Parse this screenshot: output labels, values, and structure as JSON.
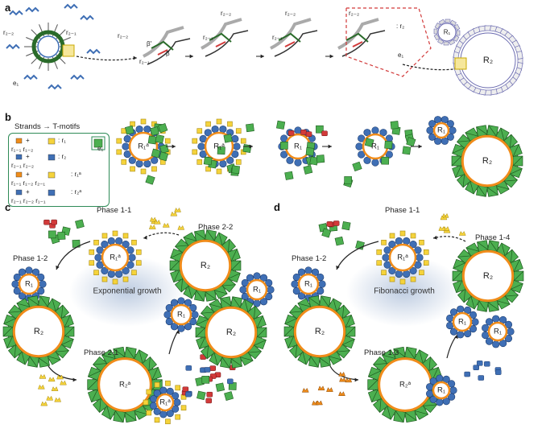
{
  "panels": {
    "a": "a",
    "b": "b",
    "c": "c",
    "d": "d"
  },
  "panel_a": {
    "r22": "r₂₋₂",
    "r21": "r₂₋₁",
    "e1": "e₁",
    "beta": "β",
    "beta_prime": "β′",
    "r2": ": r₂",
    "R1": "R₁",
    "R2": "R₂"
  },
  "panel_b": {
    "legend_title": "Strands → T-motifs",
    "rows": [
      {
        "lhs": "+",
        "rhs": ": r₁"
      },
      {
        "lhs": "r₁₋₁   r₁₋₂",
        "rhs": ""
      },
      {
        "lhs": "+",
        "rhs": ": r₂"
      },
      {
        "lhs": "r₂₋₁   r₂₋₂",
        "rhs": ""
      },
      {
        "lhs": "+",
        "rhs": ": r₁ᵃ"
      },
      {
        "lhs": "r₁₋₁   r₁₋₂   r₂₋₁",
        "rhs": ""
      },
      {
        "lhs": "+",
        "rhs": ": r₂ᵃ"
      },
      {
        "lhs": "r₂₋₁   r₂₋₂   r₁₋₁",
        "rhs": ""
      }
    ],
    "e1": "e₁",
    "R1": "R₁",
    "R2": "R₂",
    "R1a": "R₁ᵃ"
  },
  "panel_c": {
    "center": "Exponential growth",
    "phases": [
      "Phase 1-1",
      "Phase 1-2",
      "Phase 2-1",
      "Phase 2-2"
    ],
    "R1": "R₁",
    "R2": "R₂",
    "R1a": "R₁ᵃ",
    "R2a": "R₂ᵃ"
  },
  "panel_d": {
    "center": "Fibonacci growth",
    "phases": [
      "Phase 1-1",
      "Phase 1-2",
      "Phase 1-3",
      "Phase 1-4"
    ],
    "R1": "R₁",
    "R2": "R₂",
    "R1a": "R₁ᵃ",
    "R2a": "R₂ᵃ"
  },
  "colors": {
    "green": "#4caf50",
    "blue": "#3f6fb5",
    "yellow": "#f5d33b",
    "orange": "#f08c1a",
    "red": "#d23a3a",
    "ringgray": "#6b6bb0",
    "glow": "#b7c7de"
  }
}
